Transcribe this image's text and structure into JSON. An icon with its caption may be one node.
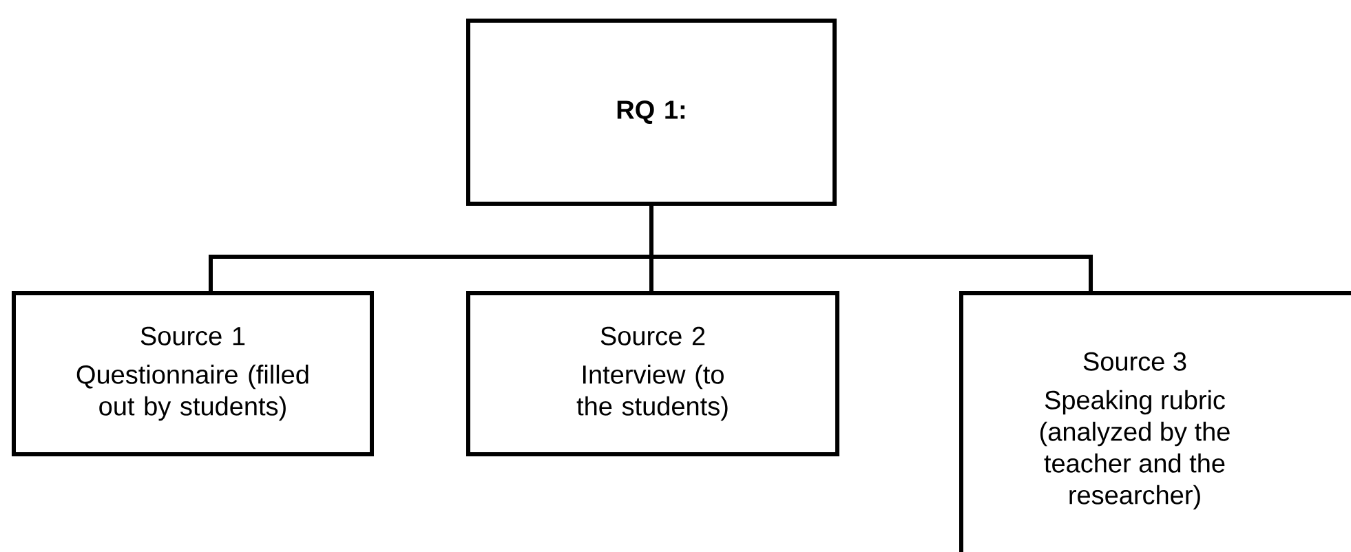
{
  "diagram": {
    "nodes": [
      {
        "text": [
          "RQ 1:"
        ]
      },
      {
        "text": [
          "Source 1",
          "Questionnaire (filled out by students)"
        ]
      },
      {
        "text": [
          "Source 2",
          "Interview (to the students)"
        ]
      },
      {
        "text": [
          "Source 3",
          "Speaking rubric (analyzed by the teacher and the researcher)"
        ]
      }
    ],
    "edges": [
      {
        "from": 0,
        "to": 1,
        "arrow": "none"
      },
      {
        "from": 0,
        "to": 2,
        "arrow": "none"
      },
      {
        "from": 0,
        "to": 3,
        "arrow": "none"
      }
    ]
  }
}
